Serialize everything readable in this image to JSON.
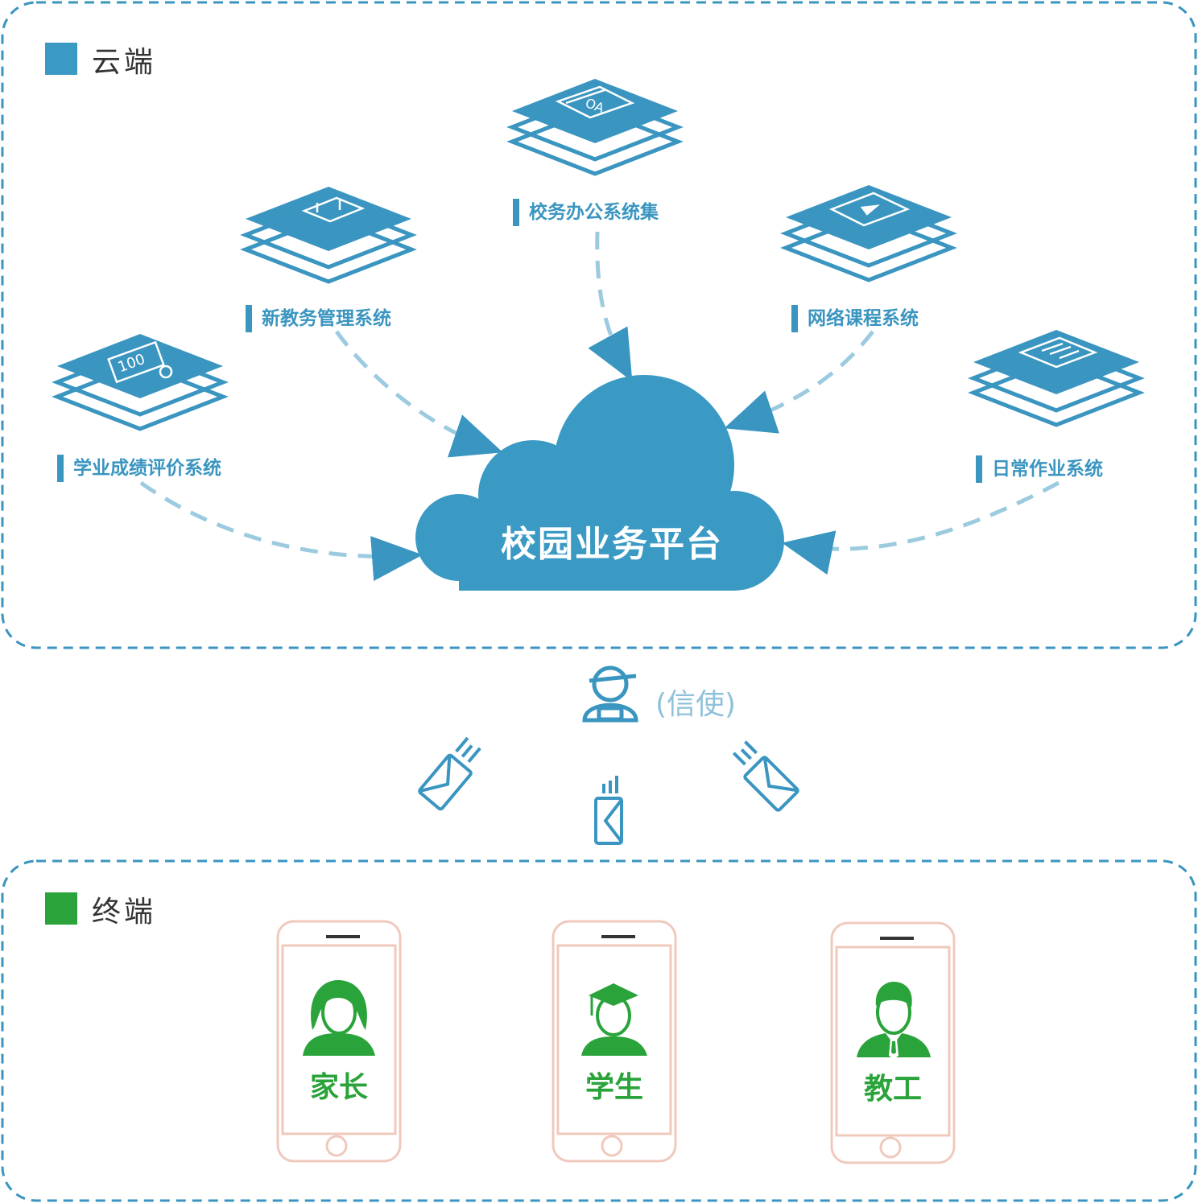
{
  "cloud_section": {
    "label": "云端",
    "color": "#3a9ac4"
  },
  "platform": {
    "label": "校园业务平台",
    "color": "#3a9ac4"
  },
  "systems": [
    {
      "id": "academic-eval",
      "label": "学业成绩评价系统",
      "icon": "score-100-icon"
    },
    {
      "id": "academic-affairs",
      "label": "新教务管理系统",
      "icon": "calendar-icon"
    },
    {
      "id": "office",
      "label": "校务办公系统集",
      "icon": "oa-window-icon"
    },
    {
      "id": "online-course",
      "label": "网络课程系统",
      "icon": "video-play-icon"
    },
    {
      "id": "homework",
      "label": "日常作业系统",
      "icon": "document-icon"
    }
  ],
  "messenger": {
    "label": "(信使)",
    "icon": "courier-icon"
  },
  "terminal_section": {
    "label": "终端",
    "color": "#2aa33a"
  },
  "roles": [
    {
      "id": "parent",
      "label": "家长",
      "icon": "woman-avatar-icon"
    },
    {
      "id": "student",
      "label": "学生",
      "icon": "graduate-avatar-icon"
    },
    {
      "id": "staff",
      "label": "教工",
      "icon": "man-tie-avatar-icon"
    }
  ],
  "colors": {
    "accent_blue": "#3a95c0",
    "dash_light_blue": "#9ccbe0",
    "accent_green": "#2aa33a",
    "phone_outline": "#f0c9bd"
  }
}
